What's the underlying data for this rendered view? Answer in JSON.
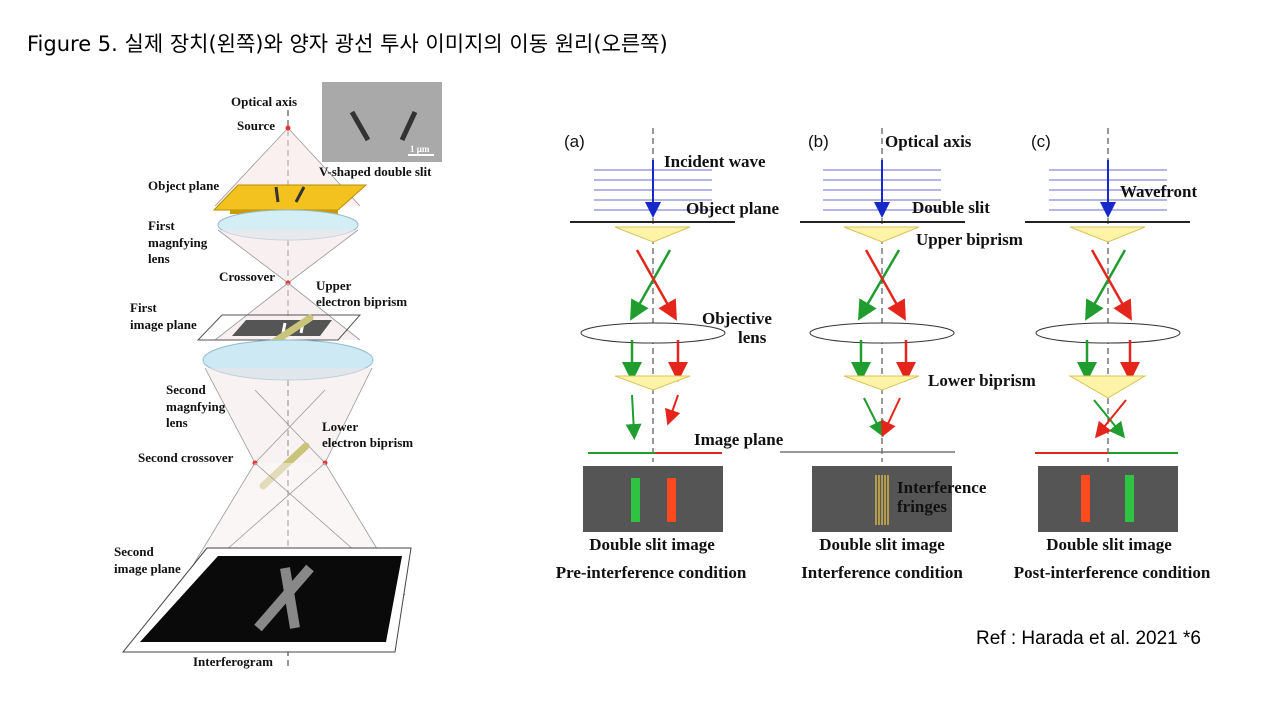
{
  "title": "Figure 5. 실제 장치(왼쪽)와 양자 광선 투사 이미지의 이동 원리(오른쪽)",
  "reference": "Ref : Harada et al. 2021 *6",
  "left_diagram": {
    "labels": {
      "optical_axis": "Optical axis",
      "source": "Source",
      "v_slit": "V-shaped double slit",
      "scale": "1 μm",
      "object_plane": "Object plane",
      "first_lens_1": "First",
      "first_lens_2": "magnfying",
      "first_lens_3": "lens",
      "crossover": "Crossover",
      "upper_bp_1": "Upper",
      "upper_bp_2": "electron biprism",
      "first_img_1": "First",
      "first_img_2": "image plane",
      "second_lens_1": "Second",
      "second_lens_2": "magnfying",
      "second_lens_3": "lens",
      "lower_bp_1": "Lower",
      "lower_bp_2": "electron biprism",
      "second_crossover": "Second crossover",
      "second_img_1": "Second",
      "second_img_2": "image plane",
      "interferogram": "Interferogram"
    }
  },
  "right_diagram": {
    "panels": [
      {
        "tag": "(a)",
        "caption1": "Double slit image",
        "caption2": "Pre-interference condition"
      },
      {
        "tag": "(b)",
        "caption1": "Double slit image",
        "caption2": "Interference condition"
      },
      {
        "tag": "(c)",
        "caption1": "Double slit image",
        "caption2": "Post-interference condition"
      }
    ],
    "labels": {
      "incident_wave": "Incident wave",
      "optical_axis": "Optical axis",
      "object_plane": "Object plane",
      "double_slit": "Double slit",
      "wavefront": "Wavefront",
      "upper_biprism": "Upper biprism",
      "objective_1": "Objective",
      "objective_2": "lens",
      "lower_biprism": "Lower biprism",
      "image_plane": "Image plane",
      "fringes_1": "Interference",
      "fringes_2": "fringes"
    },
    "colors": {
      "green": "#1f9d2e",
      "red": "#e4251b",
      "blue": "#1728c8",
      "lens": "#fff3a8"
    }
  }
}
